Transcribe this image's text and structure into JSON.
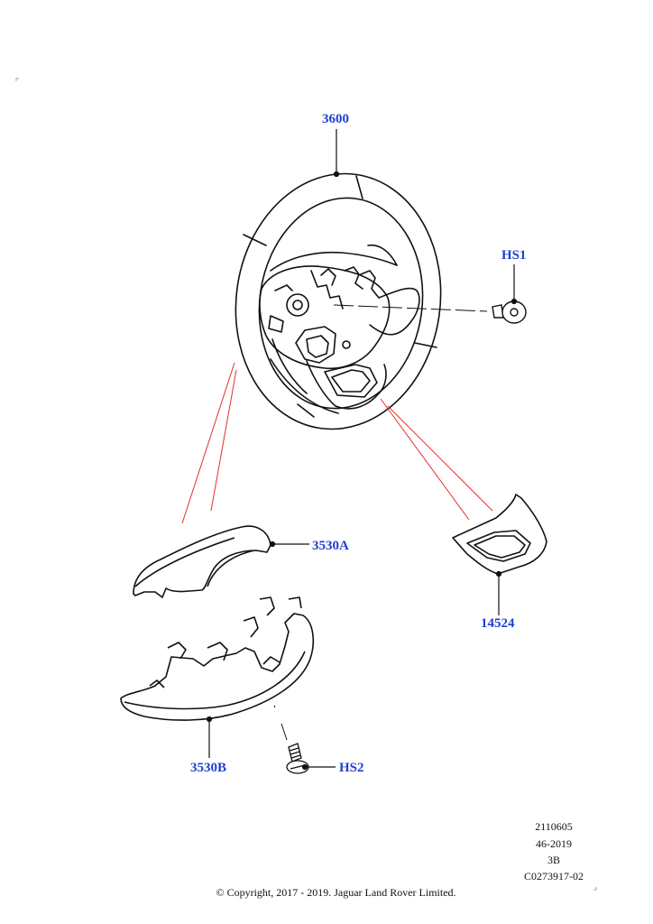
{
  "callouts": {
    "steering_wheel": "3600",
    "bolt_hs1": "HS1",
    "trim_cover_upper": "3530A",
    "bezel": "14524",
    "trim_cover_lower": "3530B",
    "screw_hs2": "HS2"
  },
  "info_block": {
    "line1": "2110605",
    "line2": "46-2019",
    "line3": "3B",
    "line4": "C0273917-02"
  },
  "copyright": "© Copyright, 2017 - 2019. Jaguar Land Rover Limited.",
  "colors": {
    "callout_text": "#1f3fd1",
    "explode_lines": "#e03030",
    "linework": "#111111"
  }
}
